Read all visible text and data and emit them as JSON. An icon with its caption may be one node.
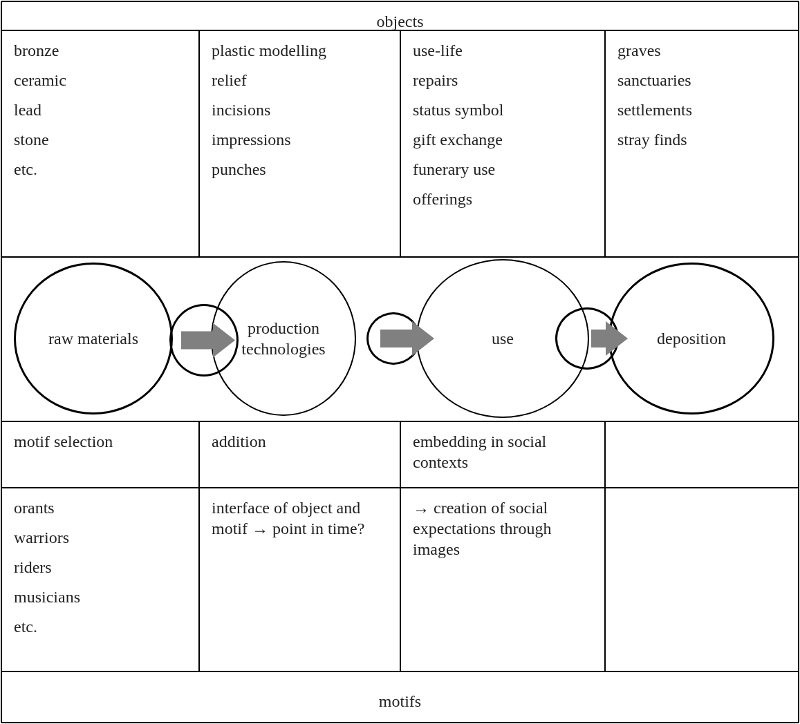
{
  "diagram": {
    "nodes": [
      {
        "text": [
          "raw materials"
        ]
      },
      {
        "text": [],
        "shape": "circle"
      },
      {
        "text": [
          "production technologies"
        ]
      },
      {
        "text": [],
        "shape": "circle"
      },
      {
        "text": [
          "use"
        ]
      },
      {
        "text": [],
        "shape": "circle"
      },
      {
        "text": [
          "deposition"
        ]
      }
    ],
    "edges": [
      {
        "from": 1,
        "to": 2,
        "arrow": "to"
      },
      {
        "from": 3,
        "to": 4,
        "arrow": "to"
      },
      {
        "from": 5,
        "to": 6,
        "arrow": "to"
      }
    ],
    "labels": [
      "objects",
      "bronze",
      "ceramic",
      "lead",
      "stone",
      "etc.",
      "plastic modelling",
      "relief",
      "incisions",
      "impressions",
      "punches",
      "use-life",
      "repairs",
      "status symbol",
      "gift exchange",
      "funerary use",
      "offerings",
      "graves",
      "sanctuaries",
      "settlements",
      "stray finds",
      "motif selection",
      "addition",
      "embedding in social contexts",
      "orants",
      "warriors",
      "riders",
      "musicians",
      "etc.",
      "interface of object and motif → point in time?",
      "→ creation of social expectations through images",
      "motifs"
    ]
  }
}
